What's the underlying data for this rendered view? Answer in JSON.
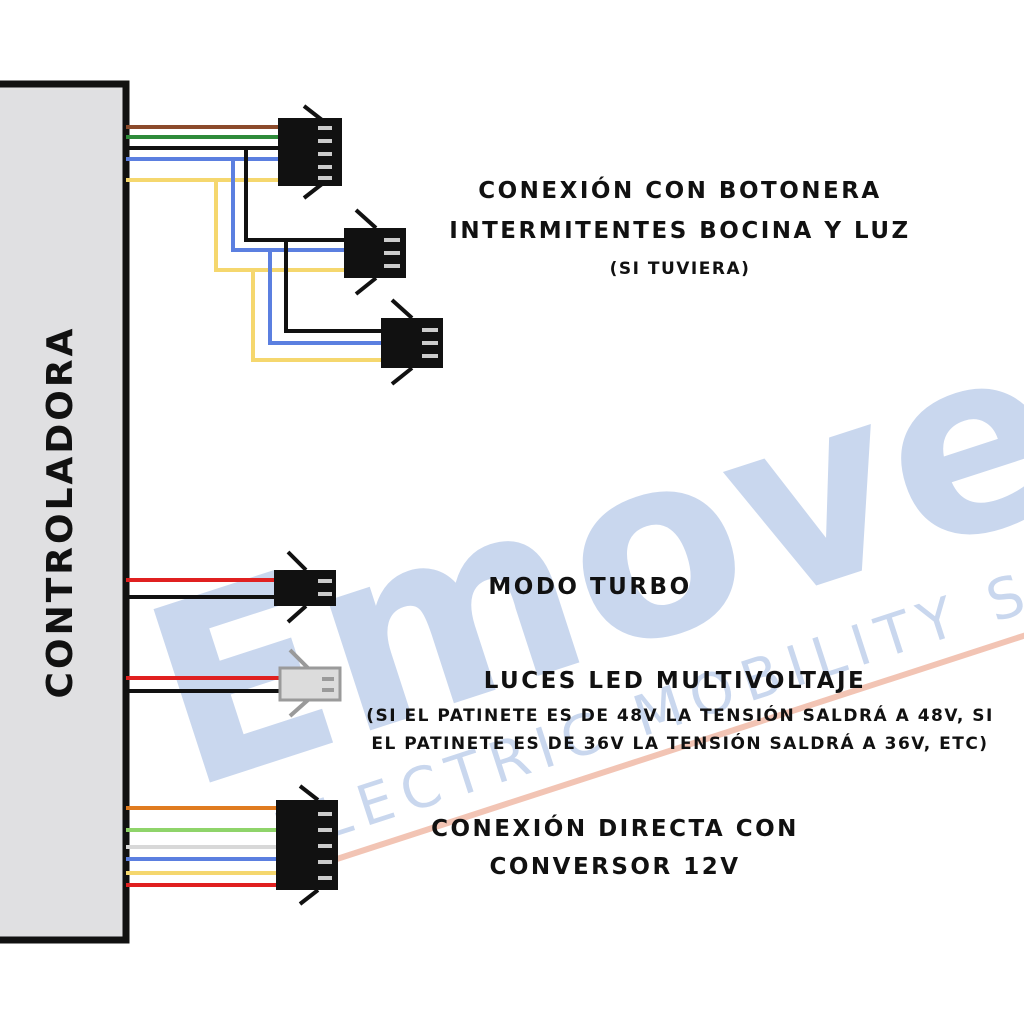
{
  "watermark": {
    "brand": "Emove",
    "tagline": "ELECTRIC MOBILITY SOLUTION",
    "brand_color": "#c9d7ee",
    "accent_color": "#f2c4b4"
  },
  "controller": {
    "label": "CONTROLADORA",
    "fill": "#e0e0e2"
  },
  "labels": {
    "botonera_line1": "CONEXIÓN CON BOTONERA",
    "botonera_line2": "INTERMITENTES BOCINA Y LUZ",
    "botonera_note": "(SI TUVIERA)",
    "turbo": "MODO TURBO",
    "led_title": "LUCES LED MULTIVOLTAJE",
    "led_note_line1": "(SI EL PATINETE ES DE 48V LA TENSIÓN SALDRÁ A 48V, SI",
    "led_note_line2": "EL PATINETE ES DE 36V LA TENSIÓN SALDRÁ A 36V, ETC)",
    "converter_line1": "CONEXIÓN DIRECTA CON",
    "converter_line2": "CONVERSOR 12V"
  },
  "wire_colors": {
    "brown": "#8b4a2b",
    "green": "#2e8b3a",
    "black": "#111111",
    "blue": "#5b7fe0",
    "yellow": "#f5d76e",
    "red": "#e02020",
    "orange": "#e07b20",
    "light_green": "#8fd46a",
    "white": "#d8d8d8"
  }
}
